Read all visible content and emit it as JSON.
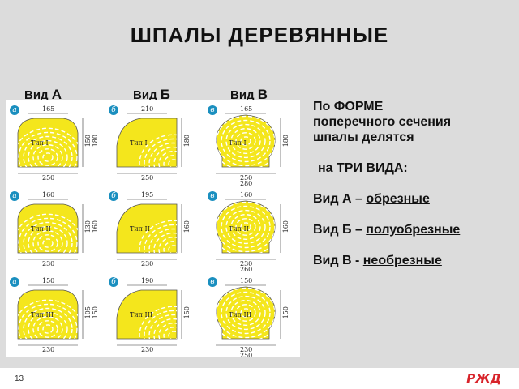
{
  "title": "ШПАЛЫ  ДЕРЕВЯННЫЕ",
  "views": [
    {
      "prefix": "Вид",
      "letter": "А"
    },
    {
      "prefix": "Вид",
      "letter": "Б"
    },
    {
      "prefix": "Вид",
      "letter": "В"
    }
  ],
  "drawings": [
    {
      "tag": "а",
      "shape": "A",
      "type": "Тип I",
      "top": "165",
      "bottom": "250",
      "side": "150",
      "side2": "180",
      "bottom2": ""
    },
    {
      "tag": "б",
      "shape": "B",
      "type": "Тип I",
      "top": "210",
      "bottom": "250",
      "side": "180",
      "side2": "",
      "bottom2": ""
    },
    {
      "tag": "в",
      "shape": "C",
      "type": "Тип I",
      "top": "165",
      "bottom": "250",
      "side": "180",
      "side2": "",
      "bottom2": "280"
    },
    {
      "tag": "а",
      "shape": "A",
      "type": "Тип II",
      "top": "160",
      "bottom": "230",
      "side": "130",
      "side2": "160",
      "bottom2": ""
    },
    {
      "tag": "б",
      "shape": "B",
      "type": "Тип II",
      "top": "195",
      "bottom": "230",
      "side": "160",
      "side2": "",
      "bottom2": ""
    },
    {
      "tag": "в",
      "shape": "C",
      "type": "Тип II",
      "top": "160",
      "bottom": "230",
      "side": "160",
      "side2": "",
      "bottom2": "260"
    },
    {
      "tag": "а",
      "shape": "A",
      "type": "Тип III",
      "top": "150",
      "bottom": "230",
      "side": "105",
      "side2": "150",
      "bottom2": ""
    },
    {
      "tag": "б",
      "shape": "B",
      "type": "Тип III",
      "top": "190",
      "bottom": "230",
      "side": "150",
      "side2": "",
      "bottom2": ""
    },
    {
      "tag": "в",
      "shape": "C",
      "type": "Тип III",
      "top": "150",
      "bottom": "230",
      "side": "150",
      "side2": "",
      "bottom2": "250"
    }
  ],
  "text": {
    "line1": "По  ФОРМЕ",
    "line2": "поперечного сечения",
    "line3": "шпалы делятся",
    "line4": "на  ТРИ  ВИДА:",
    "a_prefix": "Вид А – ",
    "a_value": "обрезные",
    "b_prefix": "Вид Б – ",
    "b_value": "полуобрезные",
    "c_prefix": "Вид В - ",
    "c_value": "необрезные"
  },
  "page_number": "13",
  "logo_text": "РЖД",
  "colors": {
    "wood": "#f4e61c",
    "ring": "#ffffff",
    "tag": "#1a8fbf",
    "logo": "#d8232a"
  }
}
